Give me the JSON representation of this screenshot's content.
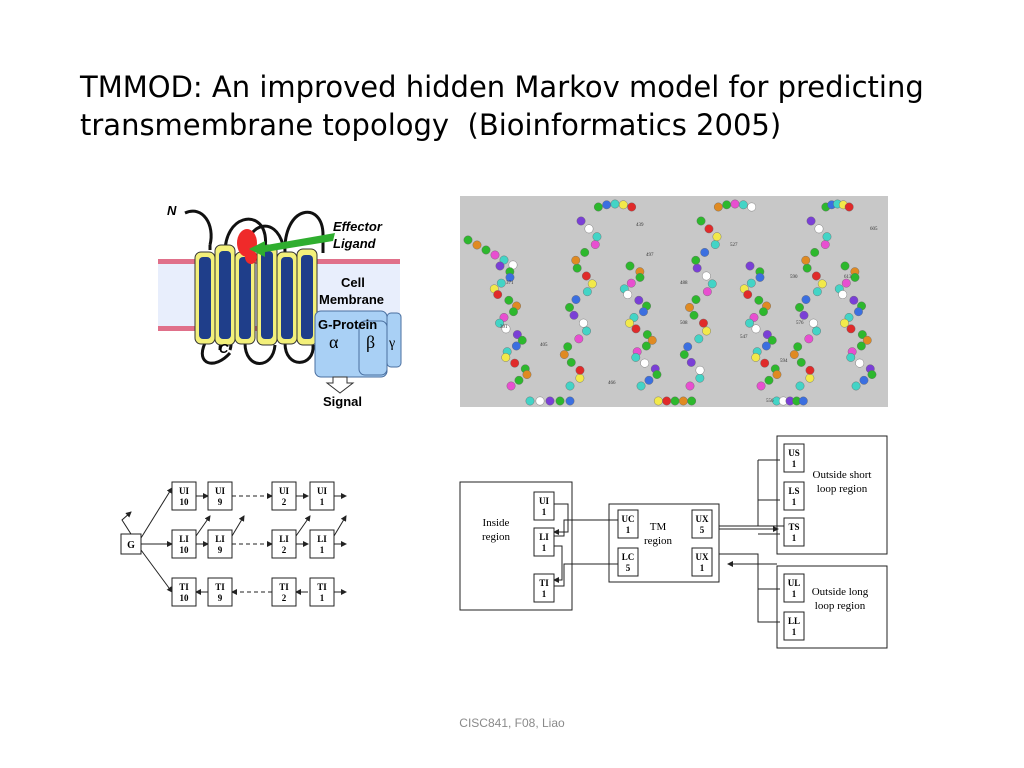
{
  "slide": {
    "title_line1": "TMMOD: An improved hidden Markov model for predicting",
    "title_line2": "transmembrane topology  (Bioinformatics 2005)",
    "footer": "CISC841, F08, Liao"
  },
  "gpcr": {
    "n_label": "N",
    "c_label": "C",
    "effector": "Effector",
    "ligand": "Ligand",
    "cell": "Cell",
    "membrane": "Membrane",
    "gprotein": "G-Protein",
    "alpha": "α",
    "beta": "β",
    "gamma": "γ",
    "signal": "Signal"
  },
  "hmm_left": {
    "g_label": "G",
    "states": [
      {
        "t": "UI",
        "n": "10"
      },
      {
        "t": "UI",
        "n": "9"
      },
      {
        "t": "UI",
        "n": "2"
      },
      {
        "t": "UI",
        "n": "1"
      },
      {
        "t": "LI",
        "n": "10"
      },
      {
        "t": "LI",
        "n": "9"
      },
      {
        "t": "LI",
        "n": "2"
      },
      {
        "t": "LI",
        "n": "1"
      },
      {
        "t": "TI",
        "n": "10"
      },
      {
        "t": "TI",
        "n": "9"
      },
      {
        "t": "TI",
        "n": "2"
      },
      {
        "t": "TI",
        "n": "1"
      }
    ]
  },
  "hmm_right": {
    "inside_l1": "Inside",
    "inside_l2": "region",
    "tm_l1": "TM",
    "tm_l2": "region",
    "oshort_l1": "Outside short",
    "oshort_l2": "loop region",
    "olong_l1": "Outside long",
    "olong_l2": "loop region",
    "states": [
      {
        "t": "UI",
        "n": "1"
      },
      {
        "t": "LI",
        "n": "1"
      },
      {
        "t": "TI",
        "n": "1"
      },
      {
        "t": "UC",
        "n": "1"
      },
      {
        "t": "LC",
        "n": "5"
      },
      {
        "t": "UX",
        "n": "5"
      },
      {
        "t": "UX",
        "n": "1"
      },
      {
        "t": "US",
        "n": "1"
      },
      {
        "t": "LS",
        "n": "1"
      },
      {
        "t": "TS",
        "n": "1"
      },
      {
        "t": "UL",
        "n": "1"
      },
      {
        "t": "LL",
        "n": "1"
      }
    ]
  },
  "snake": {
    "colors": [
      "#2db82d",
      "#2db82d",
      "#2db82d",
      "#43d4c6",
      "#43d4c6",
      "#e02a2a",
      "#7a3fd6",
      "#e08a22",
      "#3b6fe0",
      "#e84fd0",
      "#f2e94a",
      "#ffffff"
    ],
    "labels": [
      "371",
      "391",
      "405",
      "439",
      "466",
      "488",
      "497",
      "508",
      "527",
      "547",
      "556",
      "576",
      "590",
      "594",
      "605",
      "613"
    ]
  }
}
